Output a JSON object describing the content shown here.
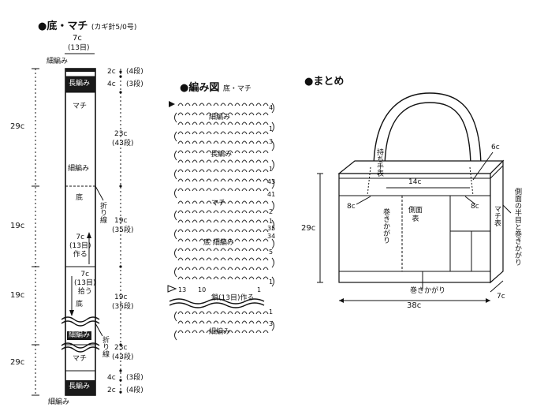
{
  "strip": {
    "title": "●底・マチ",
    "needle": "(カギ針5/0号)",
    "width_cm": "7c",
    "width_rows": "(13目)",
    "top_label": "細編み",
    "bottom_label": "細編み",
    "sections": {
      "s1": "長編み",
      "s2": "マチ",
      "s3": "細編み",
      "s4": "底",
      "s5": "底",
      "s6": "細編み",
      "s7": "マチ",
      "s8": "長編み"
    },
    "fold_label": "折り線",
    "start_note": [
      "7c",
      "(13目)",
      "作る"
    ],
    "pick_note": [
      "7c",
      "(13目)",
      "拾う"
    ],
    "left_dims": [
      "29c",
      "19c",
      "19c",
      "29c"
    ],
    "right_dims": [
      "2c",
      "(4段)",
      "4c",
      "(3段)",
      "23c",
      "(43段)",
      "19c",
      "(35段)",
      "19c",
      "(35段)",
      "23c",
      "(43段)",
      "4c",
      "(3段)",
      "2c",
      "(4段)"
    ]
  },
  "chart": {
    "title": "●編み図",
    "subtitle": "底・マチ",
    "labels": [
      "細編み",
      "長編み",
      "マチ",
      "底",
      "細編み",
      "細編み"
    ],
    "row_numbers": [
      "4",
      "1",
      "3",
      "1",
      "43",
      "41",
      "2",
      "1",
      "35",
      "34",
      "5",
      "1",
      "1",
      "3"
    ],
    "bottom_nums": [
      "13",
      "10",
      "1"
    ],
    "chain_note": "鎖(13目)作る"
  },
  "assembly": {
    "title": "●まとめ",
    "handle": "持ち手表",
    "dim_14": "14c",
    "dim_6": "6c",
    "dim_8a": "8c",
    "dim_8b": "8c",
    "dim_29": "29c",
    "dim_38": "38c",
    "dim_7": "7c",
    "side_face": "側面表",
    "gusset_face": "マチ表",
    "whip1": "巻きかがり",
    "whip2": "巻きかがり",
    "side_note": "側面の半目と巻きかがり"
  }
}
